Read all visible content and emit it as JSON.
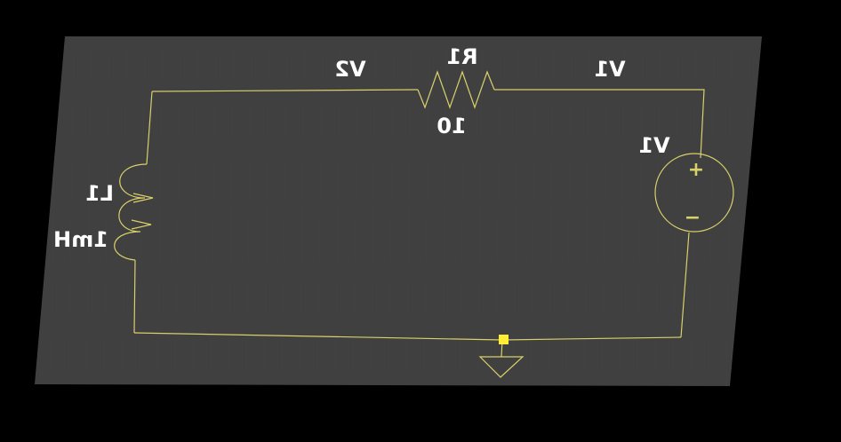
{
  "colors": {
    "background": "#000000",
    "sheet": "#404040",
    "grid": "#4a4a4a",
    "wire": "#d8d06a",
    "label": "#ffffff",
    "ground_marker": "#ffee33"
  },
  "labels": {
    "net_v2": "V2",
    "net_v1": "V1",
    "resistor_ref": "R1",
    "resistor_value": "10",
    "source_ref": "V1",
    "inductor_ref": "L1",
    "inductor_value": "1mH",
    "plus_sign": "+",
    "minus_sign": "−"
  },
  "components": [
    {
      "name": "resistor",
      "ref_key": "resistor_ref",
      "value_key": "resistor_value"
    },
    {
      "name": "inductor",
      "ref_key": "inductor_ref",
      "value_key": "inductor_value"
    },
    {
      "name": "voltage-source",
      "ref_key": "source_ref"
    },
    {
      "name": "ground"
    }
  ]
}
